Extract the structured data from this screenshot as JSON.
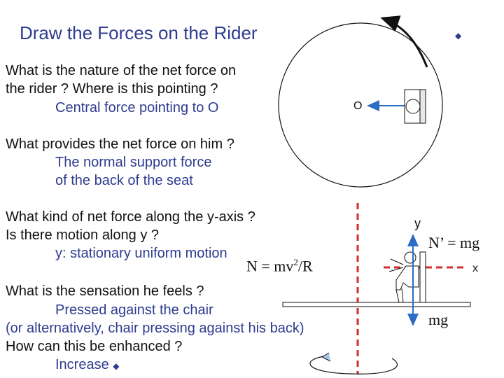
{
  "slide": {
    "title": "Draw the Forces on the Rider",
    "bullet": "◆",
    "q1": {
      "line1": "What is the nature of the net force on",
      "line2": "the rider ? Where is this pointing ?",
      "answer": "Central force pointing to O"
    },
    "q2": {
      "line1": "What provides the net force on him ?",
      "answer1": "The normal support force",
      "answer2": "of the back of the seat"
    },
    "q3": {
      "line1": "What kind of net force along the y-axis ?",
      "line2": "Is there motion along y ?",
      "answer": "y: stationary uniform motion"
    },
    "equation": {
      "prefix": "N = mv",
      "exp": "2",
      "suffix": "/R"
    },
    "q4": {
      "line1": "What is the sensation he feels ?",
      "answer1": "Pressed against the chair",
      "answer2": "(or alternatively, chair pressing against his back)",
      "line3": "How can this be enhanced ?",
      "answer3": "Increase"
    }
  },
  "diagram": {
    "center_label": "O",
    "y_label": "y",
    "x_label": "x",
    "normal_label": "N’ = mg",
    "weight_label": "mg"
  },
  "colors": {
    "text_blue": "#2e3c8f",
    "arrow_blue": "#2b6cc4",
    "axis_red": "#d42b2b"
  }
}
